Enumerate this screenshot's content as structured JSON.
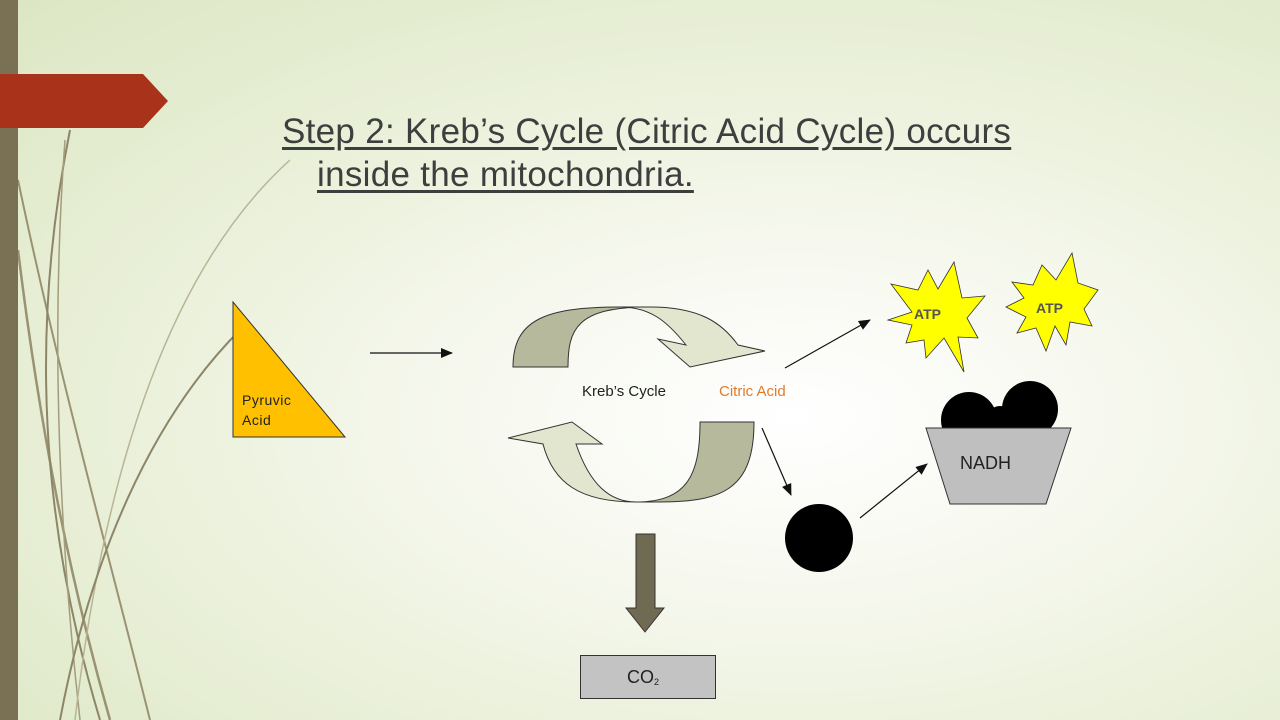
{
  "slide": {
    "title_line1": "Step 2: Kreb’s Cycle (Citric Acid Cycle) occurs",
    "title_line2": "inside the mitochondria."
  },
  "diagram": {
    "pyruvic_line1": "Pyruvic",
    "pyruvic_line2": "Acid",
    "krebs_label": "Kreb’s Cycle",
    "citric_label": "Citric Acid",
    "atp_1": "ATP",
    "atp_2": "ATP",
    "nadh": "NADH",
    "co2_main": "CO",
    "co2_sub": "2"
  },
  "colors": {
    "accent_red": "#a8321a",
    "side_bar": "#7a7155",
    "pyruvic_fill": "#ffc000",
    "atp_fill": "#ffff00",
    "citric_text": "#e07b2a",
    "cycle_dark": "#b7b99d",
    "cycle_light": "#e2e6cf",
    "co2_arrow": "#716a52"
  }
}
